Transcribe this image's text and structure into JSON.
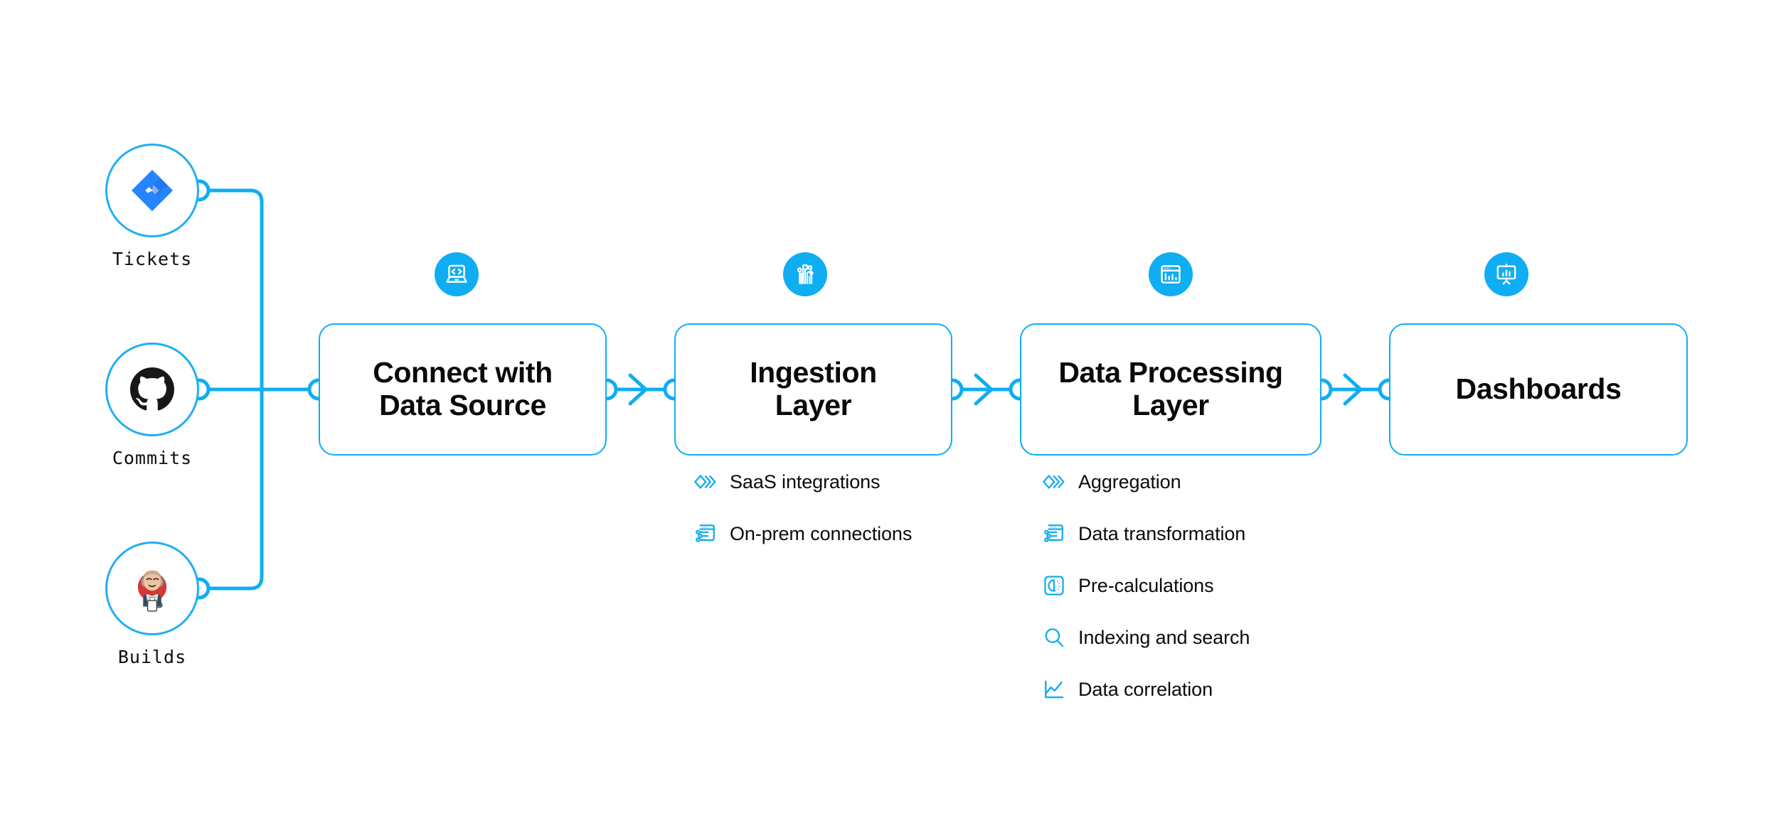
{
  "theme": {
    "accent": "#0FADF2",
    "accent_ring": "#1FAEF5",
    "text": "#0a0a0a",
    "background": "#ffffff",
    "jira_blue": "#2684FF",
    "github_black": "#181717",
    "jenkins_red": "#D33833"
  },
  "sources": [
    {
      "id": "tickets",
      "label": "Tickets",
      "icon": "jira-icon"
    },
    {
      "id": "commits",
      "label": "Commits",
      "icon": "github-icon"
    },
    {
      "id": "builds",
      "label": "Builds",
      "icon": "jenkins-icon"
    }
  ],
  "stages": [
    {
      "id": "connect-with-data-source",
      "title": "Connect with\nData Source",
      "badge_icon": "laptop-code-icon",
      "features": []
    },
    {
      "id": "ingestion-layer",
      "title": "Ingestion\nLayer",
      "badge_icon": "circuit-network-icon",
      "features": [
        {
          "label": "SaaS integrations",
          "icon": "chevrons-stack-icon"
        },
        {
          "label": "On-prem connections",
          "icon": "browser-sliders-icon"
        }
      ]
    },
    {
      "id": "data-processing-layer",
      "title": "Data Processing\nLayer",
      "badge_icon": "browser-barchart-icon",
      "features": [
        {
          "label": "Aggregation",
          "icon": "chevrons-stack-icon"
        },
        {
          "label": "Data transformation",
          "icon": "browser-sliders-icon"
        },
        {
          "label": "Pre-calculations",
          "icon": "gauge-icon"
        },
        {
          "label": "Indexing and search",
          "icon": "magnifier-icon"
        },
        {
          "label": "Data correlation",
          "icon": "line-chart-icon"
        }
      ]
    },
    {
      "id": "dashboards",
      "title": "Dashboards",
      "badge_icon": "presentation-chart-icon",
      "features": []
    }
  ],
  "connectors": {
    "arrow_icon": "arrow-right-icon",
    "node_icon": "connector-node-icon"
  }
}
